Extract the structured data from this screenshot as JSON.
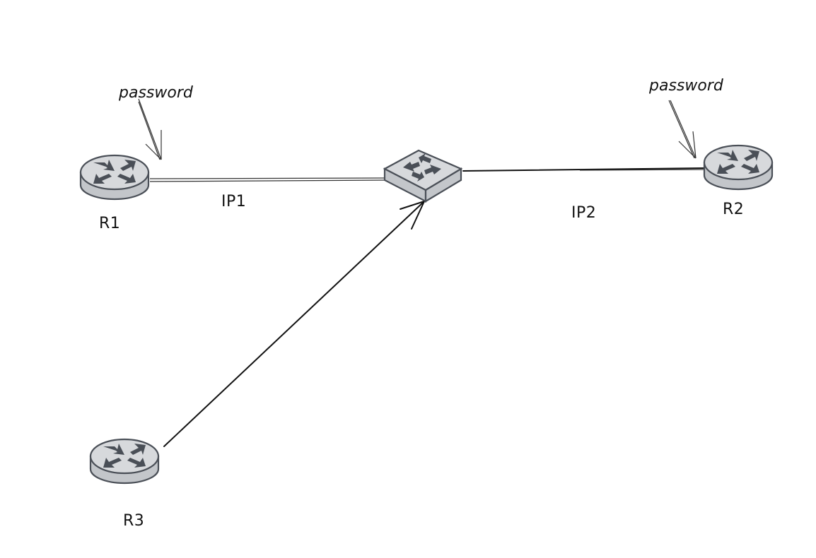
{
  "diagram": {
    "devices": [
      {
        "id": "r1",
        "type": "router",
        "label": "R1"
      },
      {
        "id": "r2",
        "type": "router",
        "label": "R2"
      },
      {
        "id": "r3",
        "type": "router",
        "label": "R3"
      },
      {
        "id": "sw",
        "type": "switch",
        "label": ""
      }
    ],
    "links": [
      {
        "from": "r1",
        "to": "sw",
        "label": "IP1"
      },
      {
        "from": "sw",
        "to": "r2",
        "label": "IP2"
      },
      {
        "from": "r3",
        "to": "sw",
        "label": ""
      }
    ],
    "annotations": [
      {
        "target": "r1",
        "text": "password"
      },
      {
        "target": "r2",
        "text": "password"
      }
    ]
  },
  "colors": {
    "device_fill": "#d7d9dc",
    "device_stroke": "#4a4f57",
    "line": "#111111",
    "background": "#ffffff"
  }
}
